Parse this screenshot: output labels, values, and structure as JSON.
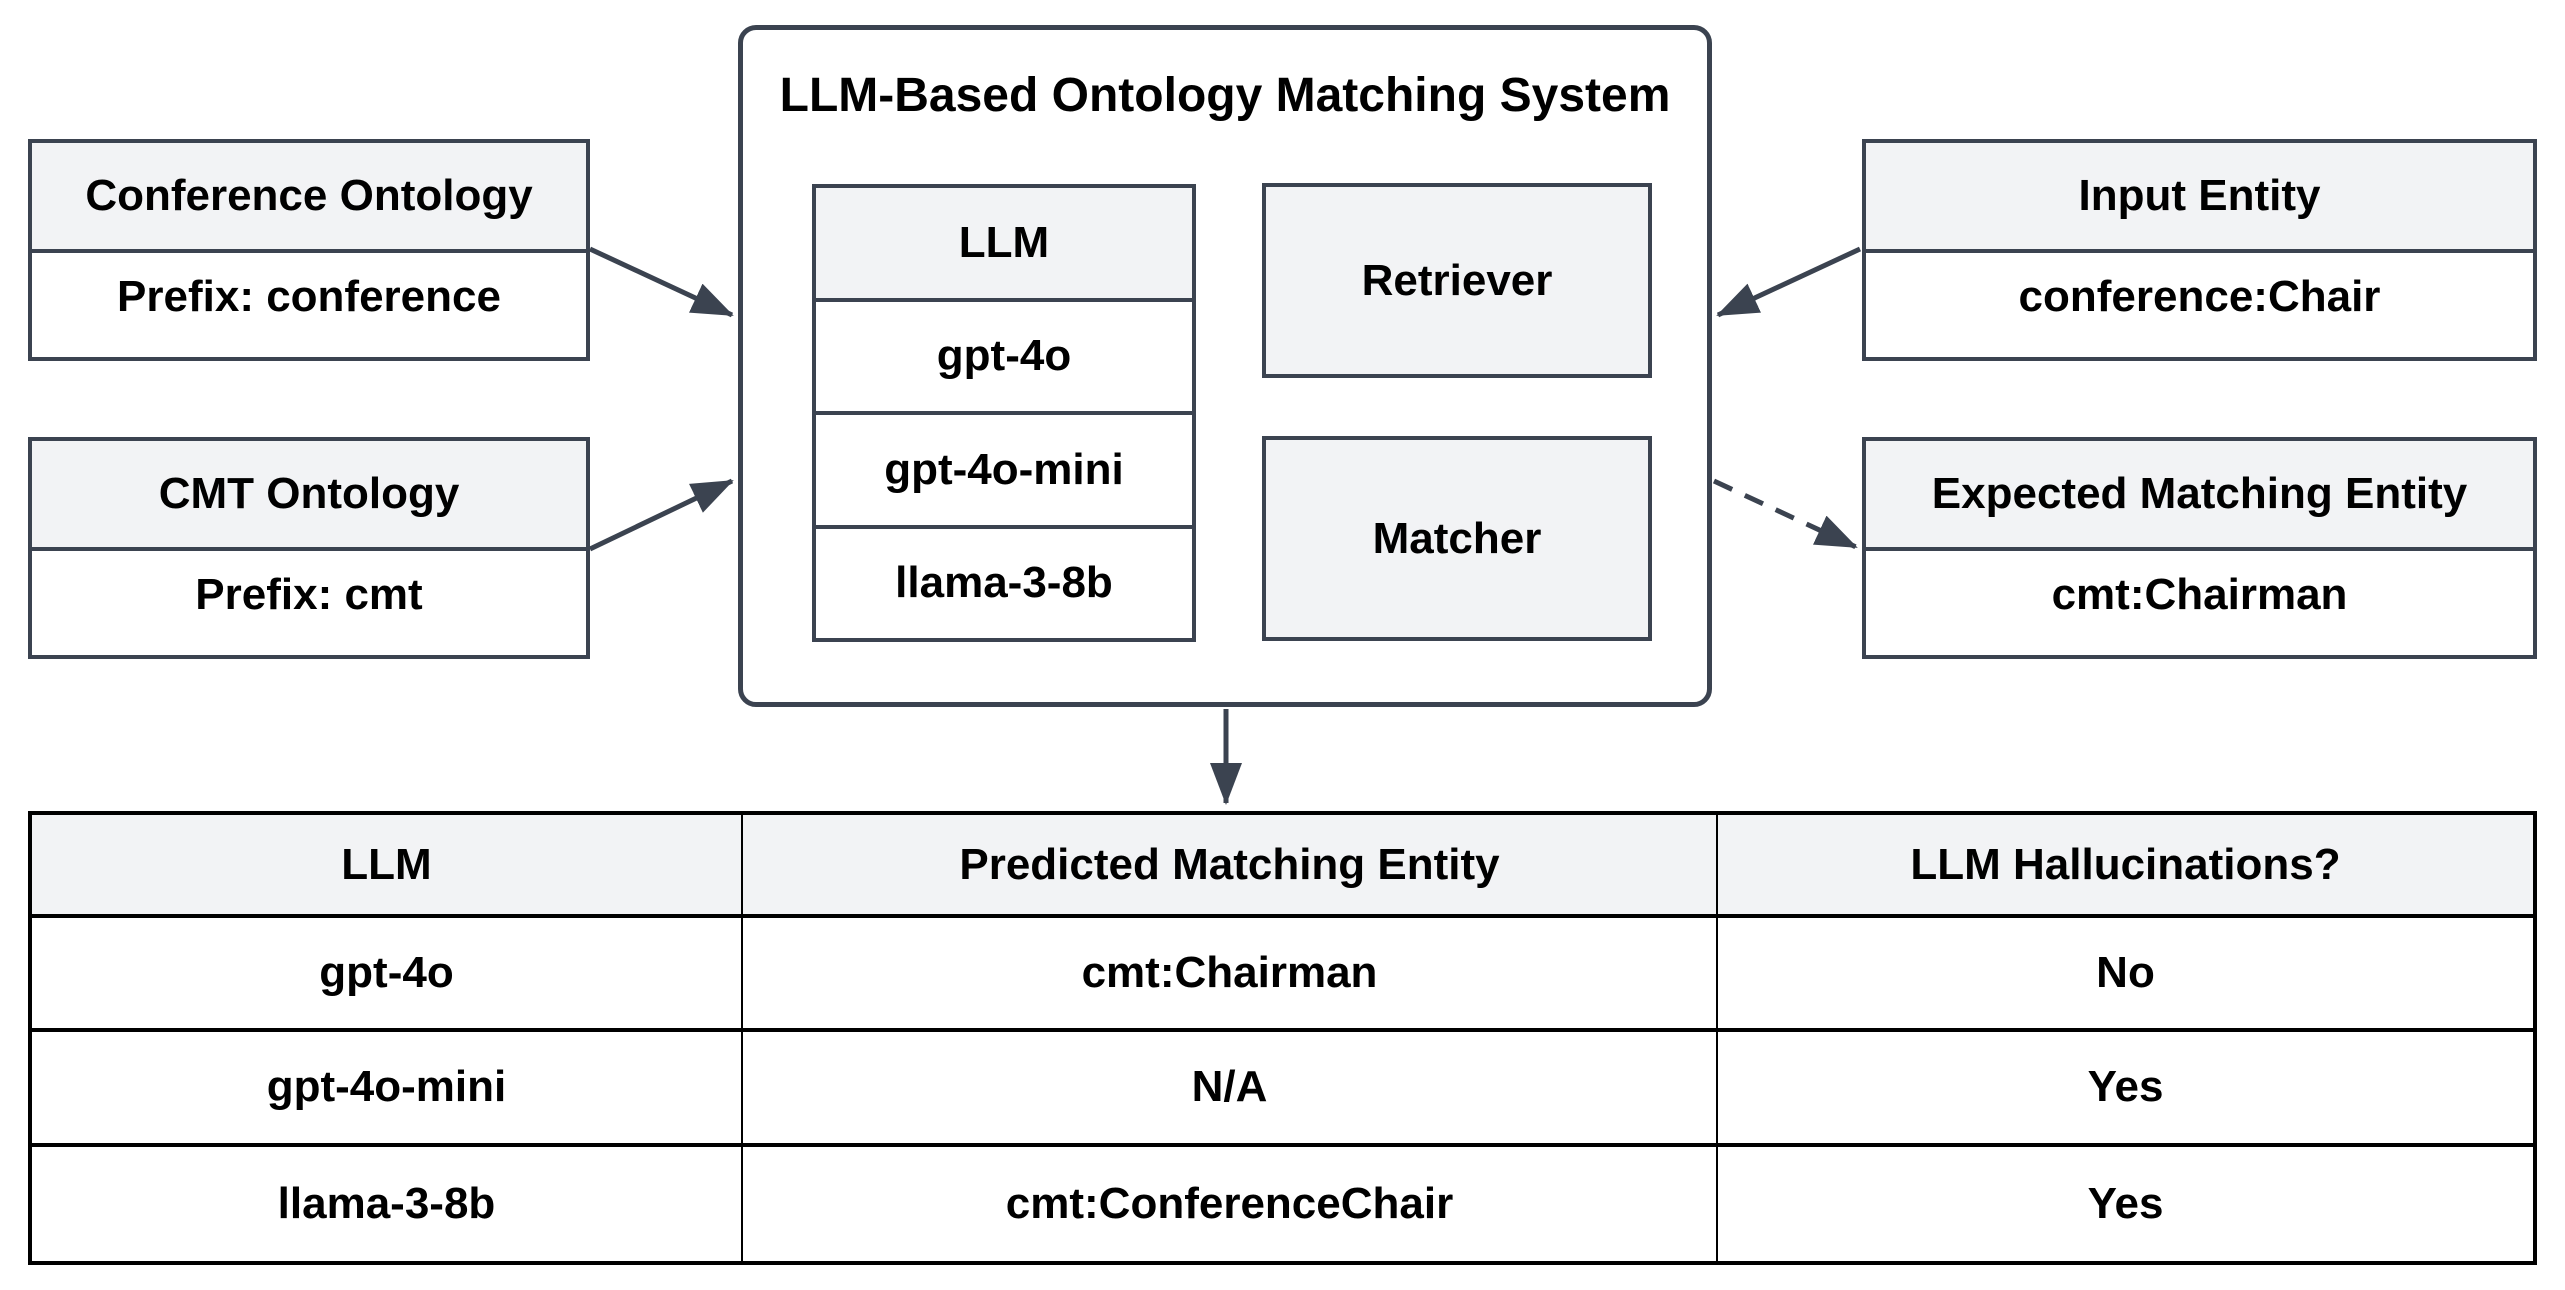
{
  "diagram": {
    "system": {
      "title": "LLM-Based Ontology Matching System",
      "llm_stack": {
        "header": "LLM",
        "models": [
          "gpt-4o",
          "gpt-4o-mini",
          "llama-3-8b"
        ]
      },
      "retriever_label": "Retriever",
      "matcher_label": "Matcher"
    },
    "left_boxes": [
      {
        "title": "Conference Ontology",
        "value": "Prefix: conference"
      },
      {
        "title": "CMT Ontology",
        "value": "Prefix: cmt"
      }
    ],
    "right_boxes": [
      {
        "title": "Input Entity",
        "value": "conference:Chair"
      },
      {
        "title": "Expected Matching Entity",
        "value": "cmt:Chairman"
      }
    ]
  },
  "table": {
    "columns": [
      "LLM",
      "Predicted Matching Entity",
      "LLM Hallucinations?"
    ],
    "rows": [
      [
        "gpt-4o",
        "cmt:Chairman",
        "No"
      ],
      [
        "gpt-4o-mini",
        "N/A",
        "Yes"
      ],
      [
        "llama-3-8b",
        "cmt:ConferenceChair",
        "Yes"
      ]
    ]
  },
  "colors": {
    "line": "#3b4350",
    "box_header_fill": "#f2f3f5",
    "box_body_fill": "#ffffff",
    "table_border": "#000000"
  }
}
